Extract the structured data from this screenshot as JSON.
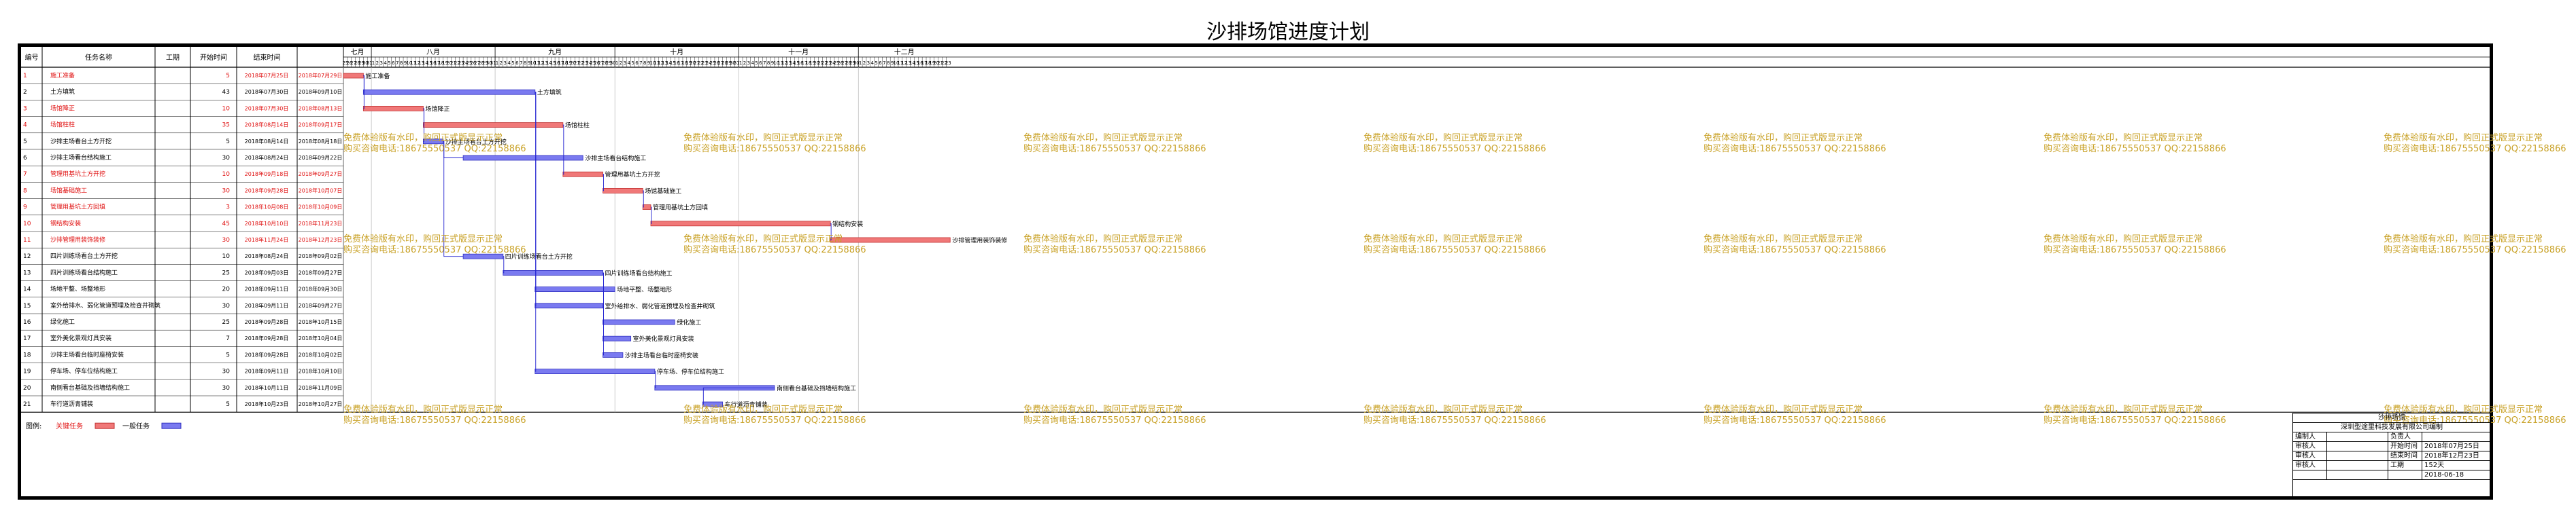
{
  "title": "沙排场馆进度计划",
  "columns": {
    "id": "编号",
    "name": "任务名称",
    "duration": "工期",
    "start": "开始时间",
    "end": "结束时间"
  },
  "months": [
    "七月",
    "八月",
    "九月",
    "十月",
    "十一月",
    "十二月"
  ],
  "tasks": [
    {
      "id": "1",
      "name": "施工准备",
      "duration": "5",
      "start": "2018年07月25日",
      "end": "2018年07月29日",
      "critical": true
    },
    {
      "id": "2",
      "name": "土方填筑",
      "duration": "43",
      "start": "2018年07月30日",
      "end": "2018年09月10日",
      "critical": false
    },
    {
      "id": "3",
      "name": "场馆降正",
      "duration": "10",
      "start": "2018年07月30日",
      "end": "2018年08月13日",
      "critical": true
    },
    {
      "id": "4",
      "name": "场馆柱柱",
      "duration": "35",
      "start": "2018年08月14日",
      "end": "2018年09月17日",
      "critical": true
    },
    {
      "id": "5",
      "name": "沙排主场看台土方开挖",
      "duration": "5",
      "start": "2018年08月14日",
      "end": "2018年08月18日",
      "critical": false
    },
    {
      "id": "6",
      "name": "沙排主场看台结构施工",
      "duration": "30",
      "start": "2018年08月24日",
      "end": "2018年09月22日",
      "critical": false
    },
    {
      "id": "7",
      "name": "管理用基坑土方开挖",
      "duration": "10",
      "start": "2018年09月18日",
      "end": "2018年09月27日",
      "critical": true
    },
    {
      "id": "8",
      "name": "场馆基础施工",
      "duration": "30",
      "start": "2018年09月28日",
      "end": "2018年10月07日",
      "critical": true
    },
    {
      "id": "9",
      "name": "管理用基坑土方回填",
      "duration": "3",
      "start": "2018年10月08日",
      "end": "2018年10月09日",
      "critical": true
    },
    {
      "id": "10",
      "name": "钢结构安装",
      "duration": "45",
      "start": "2018年10月10日",
      "end": "2018年11月23日",
      "critical": true
    },
    {
      "id": "11",
      "name": "沙排管理用装饰装修",
      "duration": "30",
      "start": "2018年11月24日",
      "end": "2018年12月23日",
      "critical": true
    },
    {
      "id": "12",
      "name": "四片训练场看台土方开挖",
      "duration": "10",
      "start": "2018年08月24日",
      "end": "2018年09月02日",
      "critical": false
    },
    {
      "id": "13",
      "name": "四片训练场看台结构施工",
      "duration": "25",
      "start": "2018年09月03日",
      "end": "2018年09月27日",
      "critical": false
    },
    {
      "id": "14",
      "name": "场地平整、场整地形",
      "duration": "20",
      "start": "2018年09月11日",
      "end": "2018年09月30日",
      "critical": false
    },
    {
      "id": "15",
      "name": "室外给排水、弱化管道预埋及检查井砌筑",
      "duration": "30",
      "start": "2018年09月11日",
      "end": "2018年09月27日",
      "critical": false
    },
    {
      "id": "16",
      "name": "绿化施工",
      "duration": "25",
      "start": "2018年09月28日",
      "end": "2018年10月15日",
      "critical": false
    },
    {
      "id": "17",
      "name": "室外美化景观灯具安装",
      "duration": "7",
      "start": "2018年09月28日",
      "end": "2018年10月04日",
      "critical": false
    },
    {
      "id": "18",
      "name": "沙排主场看台临时座椅安装",
      "duration": "5",
      "start": "2018年09月28日",
      "end": "2018年10月02日",
      "critical": false
    },
    {
      "id": "19",
      "name": "停车场、停车位结构施工",
      "duration": "30",
      "start": "2018年09月11日",
      "end": "2018年10月10日",
      "critical": false
    },
    {
      "id": "20",
      "name": "南侧看台基础及挡墙结构施工",
      "duration": "30",
      "start": "2018年10月11日",
      "end": "2018年11月09日",
      "critical": false
    },
    {
      "id": "21",
      "name": "车行道沥青铺装",
      "duration": "5",
      "start": "2018年10月23日",
      "end": "2018年10月27日",
      "critical": false
    }
  ],
  "legend": {
    "label": "图例:",
    "critical": "关键任务",
    "normal": "一般任务"
  },
  "watermark": {
    "line1": "免费体验版有水印，购回正式版显示正常",
    "line2": "购买咨询电话:18675550537 QQ:22158866"
  },
  "signoff": {
    "project": "沙排场馆",
    "company": "深圳型途里科技发展有限公司编制",
    "rows": [
      [
        "编制人",
        "",
        "负责人",
        ""
      ],
      [
        "审核人",
        "",
        "开始时间",
        "2018年07月25日"
      ],
      [
        "审核人",
        "",
        "结束时间",
        "2018年12月23日"
      ],
      [
        "审核人",
        "",
        "工期",
        "152天"
      ],
      [
        "",
        "",
        "",
        "2018-06-18"
      ]
    ]
  },
  "colors": {
    "critical_fill": "#f07878",
    "critical_text": "#e01010",
    "normal_fill": "#7a7af0",
    "link": "#2020d0",
    "watermark": "#c9a227"
  }
}
